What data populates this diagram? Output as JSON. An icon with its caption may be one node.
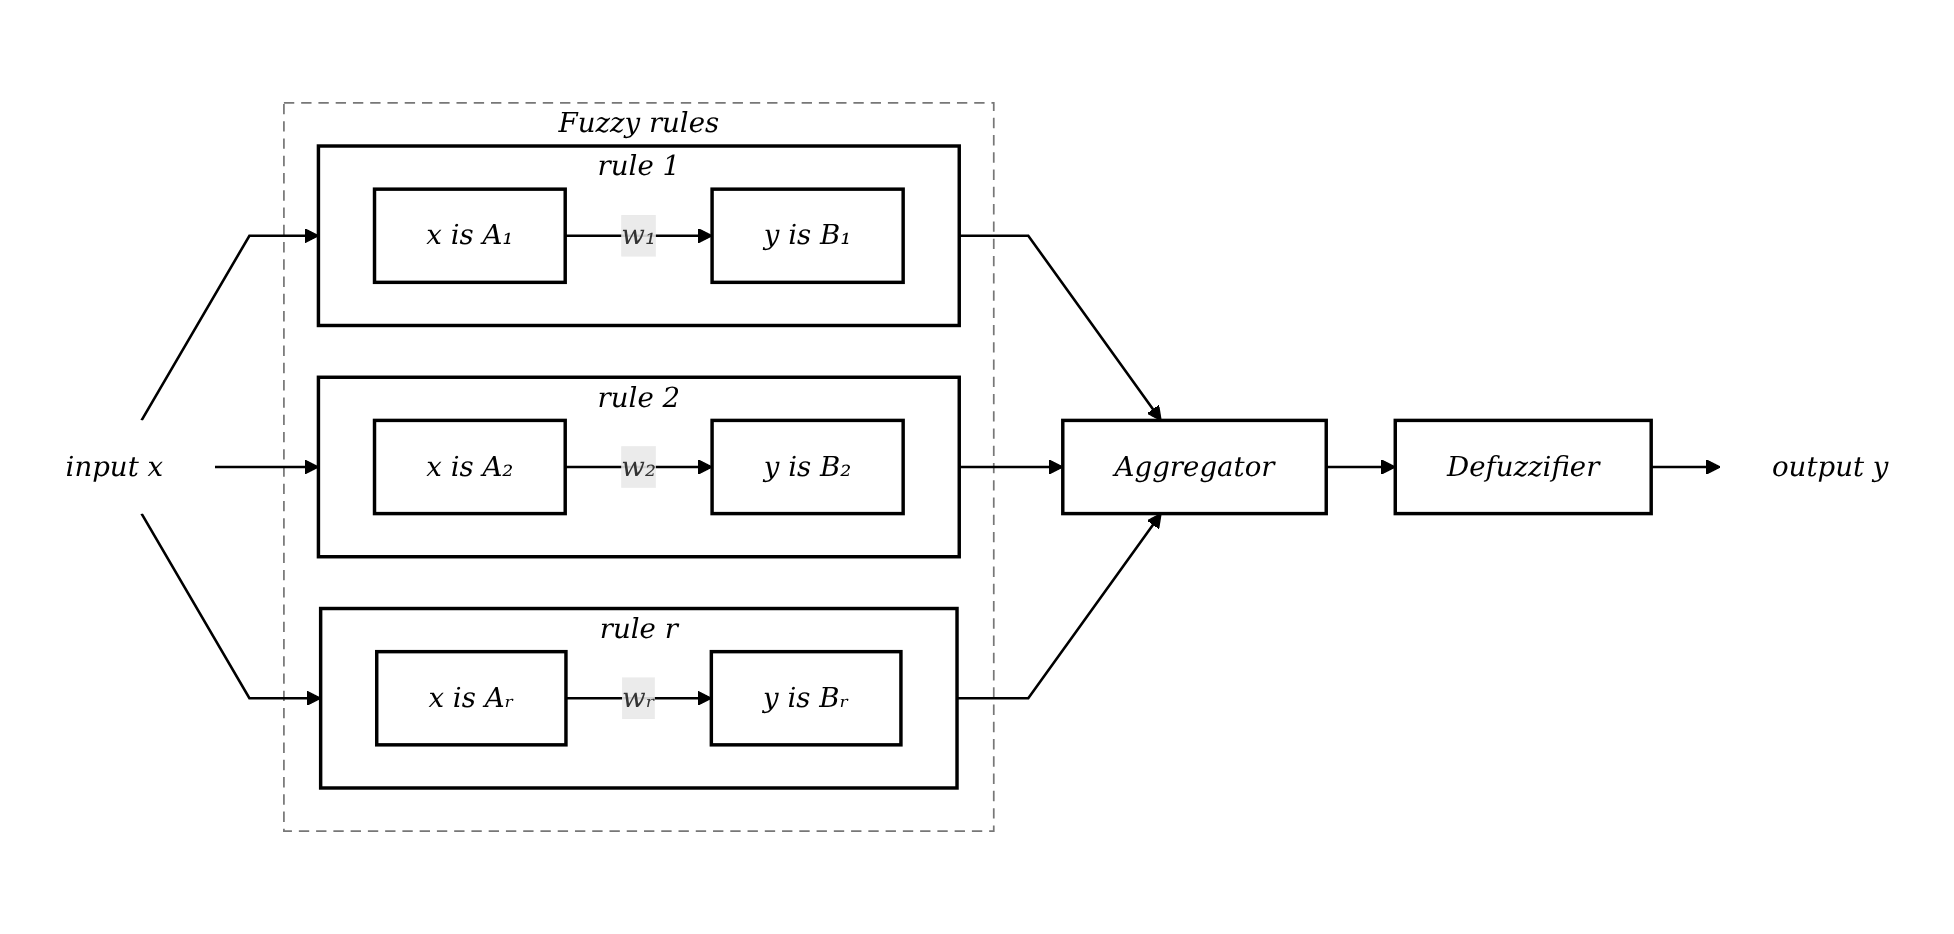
{
  "diagram": {
    "nodes": [
      {
        "text": [
          "Fuzzy rules"
        ]
      },
      {
        "text": [
          "rule 1"
        ],
        "in": 0
      },
      {
        "text": [
          "x is A₁"
        ],
        "in": 1
      },
      {
        "text": [
          "y is B₁"
        ],
        "in": 1
      },
      {
        "text": [
          "rule 2"
        ],
        "in": 0
      },
      {
        "text": [
          "x is A₂"
        ],
        "in": 4
      },
      {
        "text": [
          "y is B₂"
        ],
        "in": 4
      },
      {
        "text": [
          "rule r"
        ],
        "in": 0
      },
      {
        "text": [
          "x is Aᵣ"
        ],
        "in": 7
      },
      {
        "text": [
          "y is Bᵣ"
        ],
        "in": 7
      },
      {
        "text": [
          "input x"
        ]
      },
      {
        "text": [
          "Aggregator"
        ]
      },
      {
        "text": [
          "Defuzzifier"
        ]
      },
      {
        "text": [
          "output y"
        ]
      }
    ],
    "edges": [
      {
        "from": 10,
        "to": 1,
        "arrow": "to"
      },
      {
        "from": 10,
        "to": 4,
        "arrow": "to"
      },
      {
        "from": 10,
        "to": 7,
        "arrow": "to"
      },
      {
        "from": 2,
        "to": 3,
        "label": "w₁",
        "arrow": "to"
      },
      {
        "from": 5,
        "to": 6,
        "label": "w₂",
        "arrow": "to"
      },
      {
        "from": 8,
        "to": 9,
        "label": "wᵣ",
        "arrow": "to"
      },
      {
        "from": 1,
        "to": 11,
        "arrow": "to"
      },
      {
        "from": 4,
        "to": 11,
        "arrow": "to"
      },
      {
        "from": 7,
        "to": 11,
        "arrow": "to"
      },
      {
        "from": 11,
        "to": 12,
        "arrow": "to"
      },
      {
        "from": 12,
        "to": 13,
        "arrow": "to"
      }
    ]
  }
}
